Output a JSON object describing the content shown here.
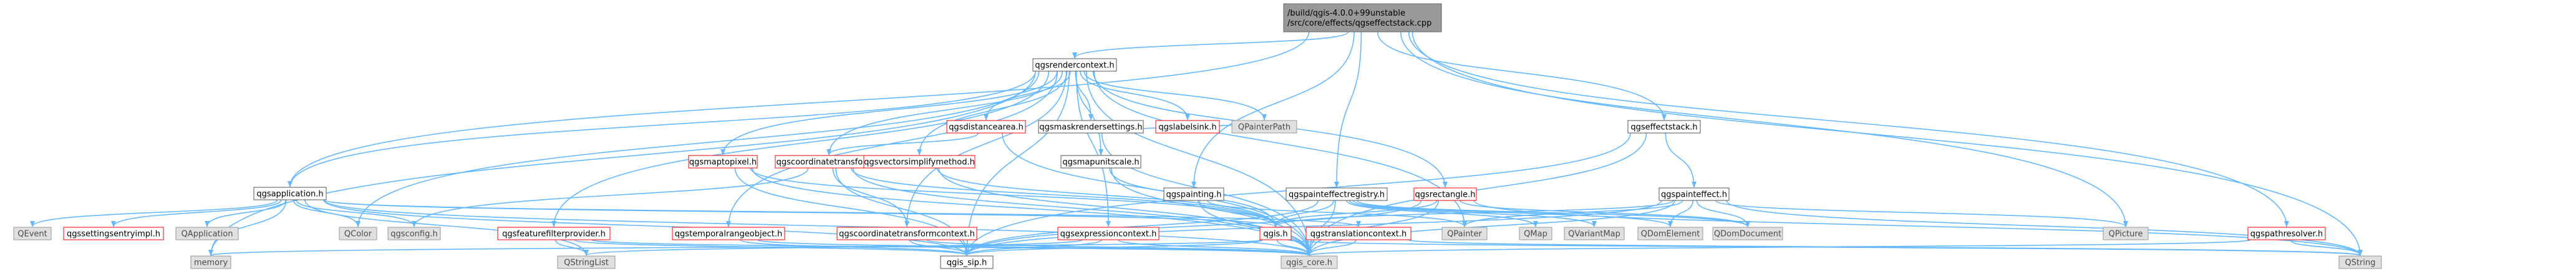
{
  "colors": {
    "edge": "#63b8ff",
    "node_fill": "#ffffff",
    "node_stroke": "#555555",
    "external_fill": "#e0e0e0",
    "root_fill": "#999999",
    "missing_stroke": "#ff0000"
  },
  "nodes": [
    {
      "id": "root",
      "label": [
        "/build/qgis-4.0.0+99unstable",
        "/src/core/effects/qgseffectstack.cpp"
      ],
      "kind": "root"
    },
    {
      "id": "qgsrendercontext",
      "label": [
        "qgsrendercontext.h"
      ],
      "kind": "normal"
    },
    {
      "id": "qgsapplication",
      "label": [
        "qgsapplication.h"
      ],
      "kind": "normal"
    },
    {
      "id": "qgseffectstack",
      "label": [
        "qgseffectstack.h"
      ],
      "kind": "normal"
    },
    {
      "id": "qgspainteffectregistry",
      "label": [
        "qgspainteffectregistry.h"
      ],
      "kind": "normal"
    },
    {
      "id": "qgspainting",
      "label": [
        "qgspainting.h"
      ],
      "kind": "normal"
    },
    {
      "id": "qgspathresolver",
      "label": [
        "qgspathresolver.h"
      ],
      "kind": "missing"
    },
    {
      "id": "qgsdistancearea",
      "label": [
        "qgsdistancearea.h"
      ],
      "kind": "missing"
    },
    {
      "id": "qgsmaskrendersettings",
      "label": [
        "qgsmaskrendersettings.h"
      ],
      "kind": "normal"
    },
    {
      "id": "qgslabelsink",
      "label": [
        "qgslabelsink.h"
      ],
      "kind": "missing"
    },
    {
      "id": "QPainterPath",
      "label": [
        "QPainterPath"
      ],
      "kind": "external"
    },
    {
      "id": "qgscoordinatetransform",
      "label": [
        "qgscoordinatetransform.h"
      ],
      "kind": "missing"
    },
    {
      "id": "qgsmaptopixel",
      "label": [
        "qgsmaptopixel.h"
      ],
      "kind": "missing"
    },
    {
      "id": "qgsvectorsimplifymethod",
      "label": [
        "qgsvectorsimplifymethod.h"
      ],
      "kind": "missing"
    },
    {
      "id": "qgsmapunitscale",
      "label": [
        "qgsmapunitscale.h"
      ],
      "kind": "normal"
    },
    {
      "id": "qgsrectangle",
      "label": [
        "qgsrectangle.h"
      ],
      "kind": "missing"
    },
    {
      "id": "qgspainteffect",
      "label": [
        "qgspainteffect.h"
      ],
      "kind": "normal"
    },
    {
      "id": "QEvent",
      "label": [
        "QEvent"
      ],
      "kind": "external"
    },
    {
      "id": "qgssettingsentryimpl",
      "label": [
        "qgssettingsentryimpl.h"
      ],
      "kind": "missing"
    },
    {
      "id": "QApplication",
      "label": [
        "QApplication"
      ],
      "kind": "external"
    },
    {
      "id": "QColor",
      "label": [
        "QColor"
      ],
      "kind": "external"
    },
    {
      "id": "qgsconfig",
      "label": [
        "qgsconfig.h"
      ],
      "kind": "external"
    },
    {
      "id": "qgsfeaturefilterprovider",
      "label": [
        "qgsfeaturefilterprovider.h"
      ],
      "kind": "missing"
    },
    {
      "id": "qgstemporalrangeobject",
      "label": [
        "qgstemporalrangeobject.h"
      ],
      "kind": "missing"
    },
    {
      "id": "qgscoordinatetransformcontext",
      "label": [
        "qgscoordinatetransformcontext.h"
      ],
      "kind": "missing"
    },
    {
      "id": "qgsexpressioncontext",
      "label": [
        "qgsexpressioncontext.h"
      ],
      "kind": "missing"
    },
    {
      "id": "qgis",
      "label": [
        "qgis.h"
      ],
      "kind": "missing"
    },
    {
      "id": "qgstranslationcontext",
      "label": [
        "qgstranslationcontext.h"
      ],
      "kind": "missing"
    },
    {
      "id": "QPainter",
      "label": [
        "QPainter"
      ],
      "kind": "external"
    },
    {
      "id": "QMap",
      "label": [
        "QMap"
      ],
      "kind": "external"
    },
    {
      "id": "QVariantMap",
      "label": [
        "QVariantMap"
      ],
      "kind": "external"
    },
    {
      "id": "QDomElement",
      "label": [
        "QDomElement"
      ],
      "kind": "external"
    },
    {
      "id": "QDomDocument",
      "label": [
        "QDomDocument"
      ],
      "kind": "external"
    },
    {
      "id": "QPicture",
      "label": [
        "QPicture"
      ],
      "kind": "external"
    },
    {
      "id": "memory",
      "label": [
        "memory"
      ],
      "kind": "external"
    },
    {
      "id": "QStringList",
      "label": [
        "QStringList"
      ],
      "kind": "external"
    },
    {
      "id": "qgis_sip",
      "label": [
        "qgis_sip.h"
      ],
      "kind": "normal"
    },
    {
      "id": "qgis_core",
      "label": [
        "qgis_core.h"
      ],
      "kind": "external"
    },
    {
      "id": "QString",
      "label": [
        "QString"
      ],
      "kind": "external"
    }
  ],
  "edges": [
    [
      "root",
      "qgsrendercontext"
    ],
    [
      "root",
      "qgsapplication"
    ],
    [
      "root",
      "qgseffectstack"
    ],
    [
      "root",
      "qgspainteffectregistry"
    ],
    [
      "root",
      "qgspainting"
    ],
    [
      "root",
      "qgspathresolver"
    ],
    [
      "root",
      "QPicture"
    ],
    [
      "root",
      "QString"
    ],
    [
      "qgsrendercontext",
      "qgsapplication"
    ],
    [
      "qgsrendercontext",
      "qgsdistancearea"
    ],
    [
      "qgsrendercontext",
      "qgsmaskrendersettings"
    ],
    [
      "qgsrendercontext",
      "qgslabelsink"
    ],
    [
      "qgsrendercontext",
      "QPainterPath"
    ],
    [
      "qgsrendercontext",
      "qgscoordinatetransform"
    ],
    [
      "qgsrendercontext",
      "qgsmaptopixel"
    ],
    [
      "qgsrendercontext",
      "qgsvectorsimplifymethod"
    ],
    [
      "qgsrendercontext",
      "qgsrectangle"
    ],
    [
      "qgsrendercontext",
      "QColor"
    ],
    [
      "qgsrendercontext",
      "memory"
    ],
    [
      "qgsrendercontext",
      "qgis_core"
    ],
    [
      "qgsrendercontext",
      "qgis_sip"
    ],
    [
      "qgsrendercontext",
      "qgsfeaturefilterprovider"
    ],
    [
      "qgsrendercontext",
      "qgstemporalrangeobject"
    ],
    [
      "qgsrendercontext",
      "qgscoordinatetransformcontext"
    ],
    [
      "qgsrendercontext",
      "qgsexpressioncontext"
    ],
    [
      "qgsrendercontext",
      "QPainter"
    ],
    [
      "qgsrendercontext",
      "qgsmapunitscale"
    ],
    [
      "qgsapplication",
      "QEvent"
    ],
    [
      "qgsapplication",
      "qgssettingsentryimpl"
    ],
    [
      "qgsapplication",
      "QApplication"
    ],
    [
      "qgsapplication",
      "QColor"
    ],
    [
      "qgsapplication",
      "qgsconfig"
    ],
    [
      "qgsapplication",
      "memory"
    ],
    [
      "qgsapplication",
      "QStringList"
    ],
    [
      "qgsapplication",
      "qgis_sip"
    ],
    [
      "qgsapplication",
      "qgis_core"
    ],
    [
      "qgsapplication",
      "qgstranslationcontext"
    ],
    [
      "qgsapplication",
      "qgis"
    ],
    [
      "qgseffectstack",
      "qgspainteffect"
    ],
    [
      "qgseffectstack",
      "qgis_core"
    ],
    [
      "qgseffectstack",
      "qgis_sip"
    ],
    [
      "qgspainteffectregistry",
      "qgis"
    ],
    [
      "qgspainteffectregistry",
      "qgis_core"
    ],
    [
      "qgspainteffectregistry",
      "qgis_sip"
    ],
    [
      "qgspainteffectregistry",
      "QDomElement"
    ],
    [
      "qgspainteffectregistry",
      "QDomDocument"
    ],
    [
      "qgspainteffectregistry",
      "QMap"
    ],
    [
      "qgspainteffectregistry",
      "QVariantMap"
    ],
    [
      "qgspainting",
      "qgis"
    ],
    [
      "qgspainting",
      "qgis_core"
    ],
    [
      "qgspainting",
      "QPainter"
    ],
    [
      "qgspathresolver",
      "qgis_core"
    ],
    [
      "qgspathresolver",
      "QString"
    ],
    [
      "qgsdistancearea",
      "qgscoordinatetransform"
    ],
    [
      "qgsdistancearea",
      "qgis_core"
    ],
    [
      "qgsmaskrendersettings",
      "qgis_core"
    ],
    [
      "qgsmaskrendersettings",
      "QPainterPath"
    ],
    [
      "qgscoordinatetransform",
      "qgis"
    ],
    [
      "qgscoordinatetransform",
      "qgsconfig"
    ],
    [
      "qgscoordinatetransform",
      "qgis_sip"
    ],
    [
      "qgscoordinatetransform",
      "qgis_core"
    ],
    [
      "qgscoordinatetransform",
      "qgscoordinatetransformcontext"
    ],
    [
      "qgsmaptopixel",
      "qgis"
    ],
    [
      "qgsmaptopixel",
      "qgis_sip"
    ],
    [
      "qgsmaptopixel",
      "qgis_core"
    ],
    [
      "qgsvectorsimplifymethod",
      "qgis"
    ],
    [
      "qgsvectorsimplifymethod",
      "qgis_core"
    ],
    [
      "qgsmapunitscale",
      "qgis"
    ],
    [
      "qgsmapunitscale",
      "qgis_core"
    ],
    [
      "qgsrectangle",
      "qgis"
    ],
    [
      "qgsrectangle",
      "qgis_core"
    ],
    [
      "qgsrectangle",
      "QDomDocument"
    ],
    [
      "qgsrectangle",
      "QString"
    ],
    [
      "qgsrectangle",
      "qgis_sip"
    ],
    [
      "qgspainteffect",
      "QPicture"
    ],
    [
      "qgspainteffect",
      "QPainter"
    ],
    [
      "qgspainteffect",
      "QDomDocument"
    ],
    [
      "qgspainteffect",
      "QDomElement"
    ],
    [
      "qgspainteffect",
      "qgis"
    ],
    [
      "qgspainteffect",
      "qgis_core"
    ],
    [
      "qgspainteffect",
      "qgis_sip"
    ],
    [
      "qgspainteffect",
      "QString"
    ],
    [
      "qgsfeaturefilterprovider",
      "qgis_core"
    ],
    [
      "qgsfeaturefilterprovider",
      "qgis_sip"
    ],
    [
      "qgsfeaturefilterprovider",
      "QStringList"
    ],
    [
      "qgstemporalrangeobject",
      "qgis_core"
    ],
    [
      "qgstemporalrangeobject",
      "qgis_sip"
    ],
    [
      "qgscoordinatetransformcontext",
      "qgis_core"
    ],
    [
      "qgscoordinatetransformcontext",
      "qgis_sip"
    ],
    [
      "qgsexpressioncontext",
      "qgis_core"
    ],
    [
      "qgsexpressioncontext",
      "qgis_sip"
    ],
    [
      "qgsexpressioncontext",
      "QStringList"
    ],
    [
      "qgis",
      "qgis_core"
    ],
    [
      "qgis",
      "qgis_sip"
    ],
    [
      "qgis",
      "QString"
    ],
    [
      "qgis",
      "memory"
    ],
    [
      "qgstranslationcontext",
      "qgis_core"
    ],
    [
      "qgstranslationcontext",
      "QString"
    ]
  ]
}
